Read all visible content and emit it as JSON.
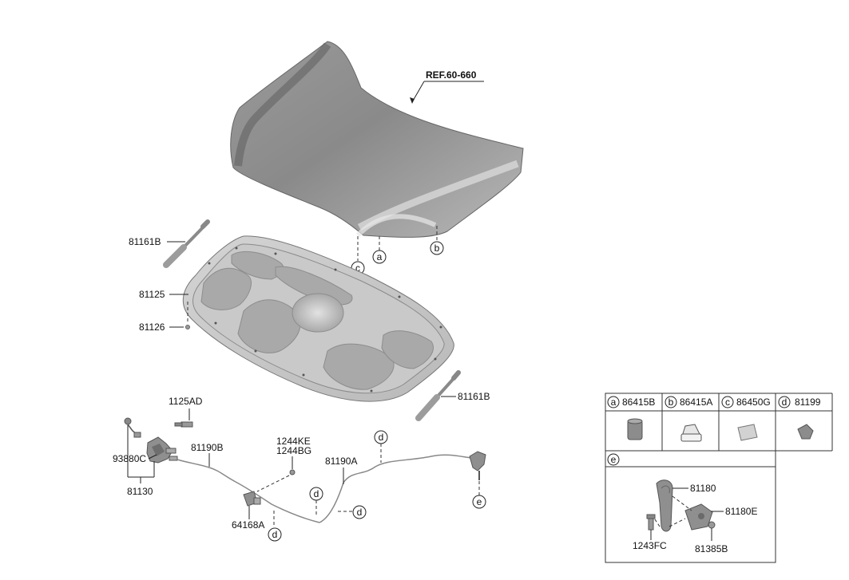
{
  "reference_label": "REF.60-660",
  "callouts": {
    "a": "a",
    "b": "b",
    "c": "c",
    "d": "d",
    "e": "e"
  },
  "parts": {
    "gas_lift_upper": "81161B",
    "gas_lift_lower": "81161B",
    "insulator_pad": "81125",
    "clip": "81126",
    "bolt": "1125AD",
    "cable_front": "81190B",
    "switch": "93880C",
    "latch": "81130",
    "screw_ke": "1244KE",
    "screw_bg": "1244BG",
    "cable_rear": "81190A",
    "release_handle": "64168A"
  },
  "legend": {
    "row1": [
      {
        "letter": "a",
        "code": "86415B"
      },
      {
        "letter": "b",
        "code": "86415A"
      },
      {
        "letter": "c",
        "code": "86450G"
      },
      {
        "letter": "d",
        "code": "81199"
      }
    ],
    "row2": {
      "letter": "e"
    },
    "detail_labels": {
      "safety_hook": "81180",
      "hook_bracket": "81180E",
      "hook_bolt": "1243FC",
      "hook_nut": "81385B"
    }
  }
}
